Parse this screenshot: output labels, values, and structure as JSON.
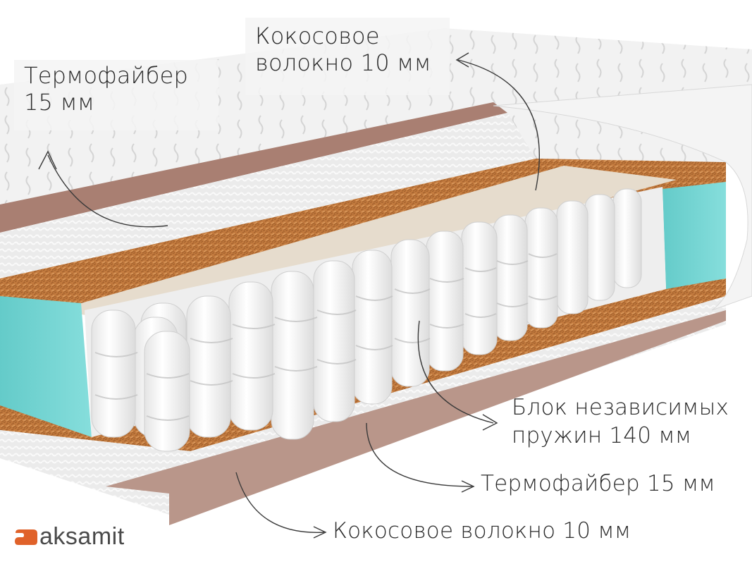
{
  "brand": {
    "name": "aksamit",
    "logo_color": "#e0622a",
    "text_color": "#4a4a4a"
  },
  "labels": {
    "top_left": {
      "line1": "Термофайбер",
      "line2": "15 мм"
    },
    "top_center": {
      "line1": "Кокосовое",
      "line2": "волокно 10 мм"
    },
    "spring_block": {
      "line1": "Блок независимых",
      "line2": "пружин 140 мм"
    },
    "bottom_thermofiber": "Термофайбер 15 мм",
    "bottom_coconut": "Кокосовое волокно 10 мм"
  },
  "colors": {
    "cover": "#f1f1f1",
    "coconut": "#c27a3e",
    "thermofiber": "#e9e9e9",
    "foam": "#6fd2d0",
    "springs": "#f7f7f7",
    "brown_strip": "#a97f72",
    "felt": "#e6dccd"
  }
}
